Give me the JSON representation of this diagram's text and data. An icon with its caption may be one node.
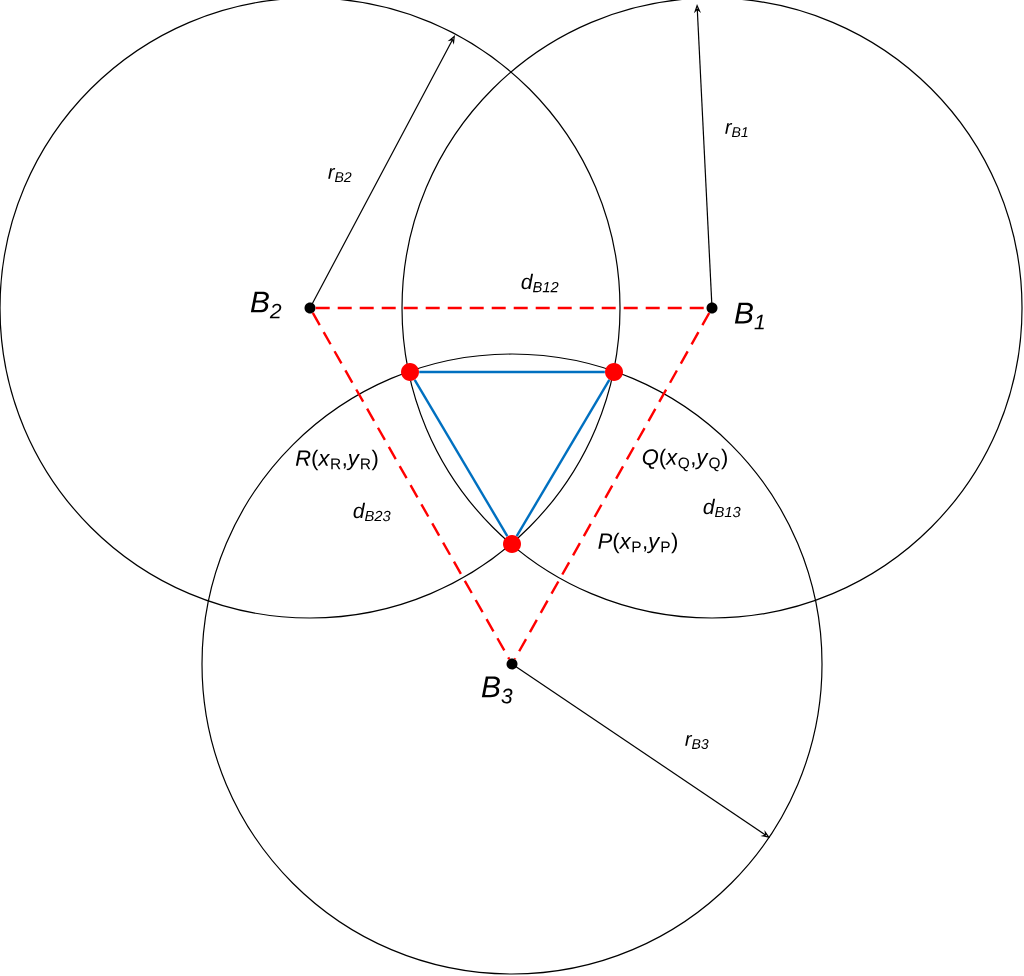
{
  "diagram": {
    "nodes": [
      {
        "text": [],
        "shape": "circle",
        "beside": [
          "B$_{1}$"
        ]
      },
      {
        "text": [],
        "shape": "circle",
        "beside": [
          "B$_{2}$"
        ]
      },
      {
        "text": [],
        "shape": "circle",
        "beside": [
          "B$_{3}$"
        ]
      },
      {
        "text": [],
        "shape": "circle",
        "beside": [
          "*R*(*x*$_{R}$,*y*$_{R}$)"
        ]
      },
      {
        "text": [],
        "shape": "circle",
        "beside": [
          "*Q*(*x*$_{Q}$,*y*$_{Q}$)"
        ]
      },
      {
        "text": [],
        "shape": "circle",
        "beside": [
          "*P*(*x*$_{P}$,*y*$_{P}$)"
        ]
      }
    ],
    "edges": [
      {
        "from": 1,
        "to": 0,
        "arrow": "none",
        "label": "d$_{B12}$",
        "style": "dashed",
        "color": "#ff0000"
      },
      {
        "from": 0,
        "to": 2,
        "arrow": "none",
        "label": "d$_{B13}$",
        "style": "dashed",
        "color": "#ff0000"
      },
      {
        "from": 1,
        "to": 2,
        "arrow": "none",
        "label": "d$_{B23}$",
        "style": "dashed",
        "color": "#ff0000"
      },
      {
        "from": 3,
        "to": 4,
        "arrow": "none",
        "color": "#0070c0"
      },
      {
        "from": 4,
        "to": 5,
        "arrow": "none",
        "color": "#0070c0"
      },
      {
        "from": 3,
        "to": 5,
        "arrow": "none",
        "color": "#0070c0"
      }
    ],
    "labels": [
      "r$_{B2}$",
      "r$_{B1}$",
      "r$_{B3}$"
    ]
  }
}
